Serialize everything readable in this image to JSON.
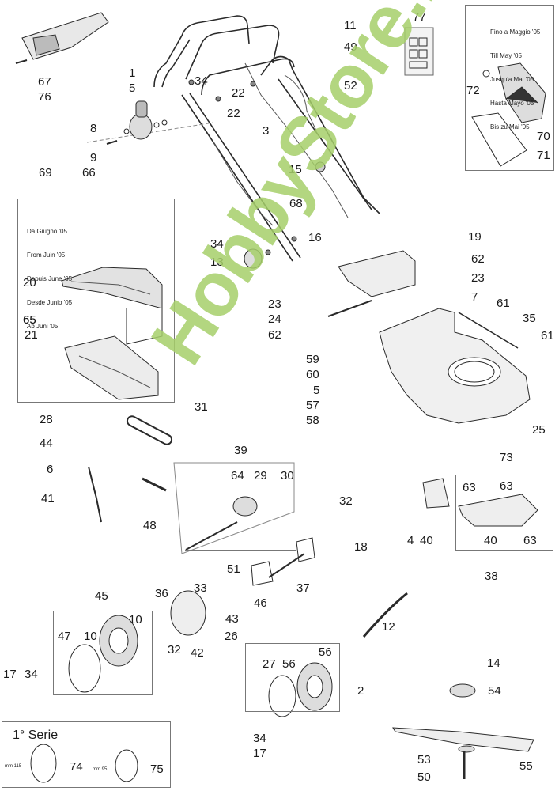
{
  "diagram": {
    "title": "Lawn mower exploded parts diagram",
    "watermark": "HobbyStore.it",
    "notes": {
      "until_may_05": [
        "Fino a Maggio '05",
        "Till May '05",
        "Jusqu'a Mai '05",
        "Hasta Mayo '05",
        "Bis zu Mai '05"
      ],
      "from_june_05": [
        "Da Giugno '05",
        "From Juin '05",
        "Depuis June '05",
        "Desde Junio '05",
        "Ab Juni '05"
      ],
      "first_series": "1° Serie",
      "dim_74": "mm 115",
      "dim_75": "mm 95"
    },
    "groups": {
      "grass_bag_old": {
        "label": "77-box",
        "parts": [
          "70",
          "71",
          "72"
        ]
      },
      "grass_bag_new": {
        "label": "69",
        "parts": [
          "20",
          "21",
          "65"
        ]
      },
      "gearbox_kit": {
        "label": "39",
        "parts": [
          "29",
          "30",
          "64"
        ]
      },
      "rear_wheel_kit": {
        "label": "45",
        "parts": [
          "10",
          "47"
        ]
      },
      "front_wheel_kit": {
        "label": "2",
        "parts": [
          "27",
          "56"
        ]
      },
      "rear_flap_kit": {
        "label": "73",
        "parts": [
          "63",
          "40"
        ]
      },
      "first_series": {
        "label": "1° Serie",
        "parts": [
          "74",
          "75"
        ]
      }
    },
    "part_labels": [
      {
        "id": "p67",
        "text": "67"
      },
      {
        "id": "p76",
        "text": "76"
      },
      {
        "id": "p1",
        "text": "1"
      },
      {
        "id": "p5a",
        "text": "5"
      },
      {
        "id": "p8",
        "text": "8"
      },
      {
        "id": "p9",
        "text": "9"
      },
      {
        "id": "p66",
        "text": "66"
      },
      {
        "id": "p34a",
        "text": "34"
      },
      {
        "id": "p11",
        "text": "11"
      },
      {
        "id": "p49",
        "text": "49"
      },
      {
        "id": "p52",
        "text": "52"
      },
      {
        "id": "p22a",
        "text": "22"
      },
      {
        "id": "p22b",
        "text": "22"
      },
      {
        "id": "p3",
        "text": "3"
      },
      {
        "id": "p15",
        "text": "15"
      },
      {
        "id": "p68",
        "text": "68"
      },
      {
        "id": "p77",
        "text": "77"
      },
      {
        "id": "p72",
        "text": "72"
      },
      {
        "id": "p70",
        "text": "70"
      },
      {
        "id": "p71",
        "text": "71"
      },
      {
        "id": "p69",
        "text": "69"
      },
      {
        "id": "p20",
        "text": "20"
      },
      {
        "id": "p65",
        "text": "65"
      },
      {
        "id": "p21",
        "text": "21"
      },
      {
        "id": "p34b",
        "text": "34"
      },
      {
        "id": "p13",
        "text": "13"
      },
      {
        "id": "p16",
        "text": "16"
      },
      {
        "id": "p19",
        "text": "19"
      },
      {
        "id": "p62a",
        "text": "62"
      },
      {
        "id": "p23a",
        "text": "23"
      },
      {
        "id": "p7",
        "text": "7"
      },
      {
        "id": "p61a",
        "text": "61"
      },
      {
        "id": "p35",
        "text": "35"
      },
      {
        "id": "p61b",
        "text": "61"
      },
      {
        "id": "p23b",
        "text": "23"
      },
      {
        "id": "p24",
        "text": "24"
      },
      {
        "id": "p62b",
        "text": "62"
      },
      {
        "id": "p59",
        "text": "59"
      },
      {
        "id": "p60",
        "text": "60"
      },
      {
        "id": "p5b",
        "text": "5"
      },
      {
        "id": "p57",
        "text": "57"
      },
      {
        "id": "p58",
        "text": "58"
      },
      {
        "id": "p25",
        "text": "25"
      },
      {
        "id": "p28",
        "text": "28"
      },
      {
        "id": "p44",
        "text": "44"
      },
      {
        "id": "p31",
        "text": "31"
      },
      {
        "id": "p6",
        "text": "6"
      },
      {
        "id": "p41",
        "text": "41"
      },
      {
        "id": "p48",
        "text": "48"
      },
      {
        "id": "p39",
        "text": "39"
      },
      {
        "id": "p64",
        "text": "64"
      },
      {
        "id": "p29",
        "text": "29"
      },
      {
        "id": "p30",
        "text": "30"
      },
      {
        "id": "p32a",
        "text": "32"
      },
      {
        "id": "p18",
        "text": "18"
      },
      {
        "id": "p73",
        "text": "73"
      },
      {
        "id": "p63a",
        "text": "63"
      },
      {
        "id": "p63b",
        "text": "63"
      },
      {
        "id": "p63c",
        "text": "63"
      },
      {
        "id": "p4",
        "text": "4"
      },
      {
        "id": "p40a",
        "text": "40"
      },
      {
        "id": "p40b",
        "text": "40"
      },
      {
        "id": "p38",
        "text": "38"
      },
      {
        "id": "p51",
        "text": "51"
      },
      {
        "id": "p33",
        "text": "33"
      },
      {
        "id": "p43",
        "text": "43"
      },
      {
        "id": "p46",
        "text": "46"
      },
      {
        "id": "p37",
        "text": "37"
      },
      {
        "id": "p45",
        "text": "45"
      },
      {
        "id": "p10a",
        "text": "10"
      },
      {
        "id": "p10b",
        "text": "10"
      },
      {
        "id": "p47",
        "text": "47"
      },
      {
        "id": "p36",
        "text": "36"
      },
      {
        "id": "p32b",
        "text": "32"
      },
      {
        "id": "p42",
        "text": "42"
      },
      {
        "id": "p26",
        "text": "26"
      },
      {
        "id": "p12",
        "text": "12"
      },
      {
        "id": "p17a",
        "text": "17"
      },
      {
        "id": "p34c",
        "text": "34"
      },
      {
        "id": "p27",
        "text": "27"
      },
      {
        "id": "p56a",
        "text": "56"
      },
      {
        "id": "p56b",
        "text": "56"
      },
      {
        "id": "p2",
        "text": "2"
      },
      {
        "id": "p14",
        "text": "14"
      },
      {
        "id": "p54",
        "text": "54"
      },
      {
        "id": "p34d",
        "text": "34"
      },
      {
        "id": "p17b",
        "text": "17"
      },
      {
        "id": "p74",
        "text": "74"
      },
      {
        "id": "p75",
        "text": "75"
      },
      {
        "id": "p55",
        "text": "55"
      },
      {
        "id": "p53",
        "text": "53"
      },
      {
        "id": "p50",
        "text": "50"
      }
    ]
  }
}
